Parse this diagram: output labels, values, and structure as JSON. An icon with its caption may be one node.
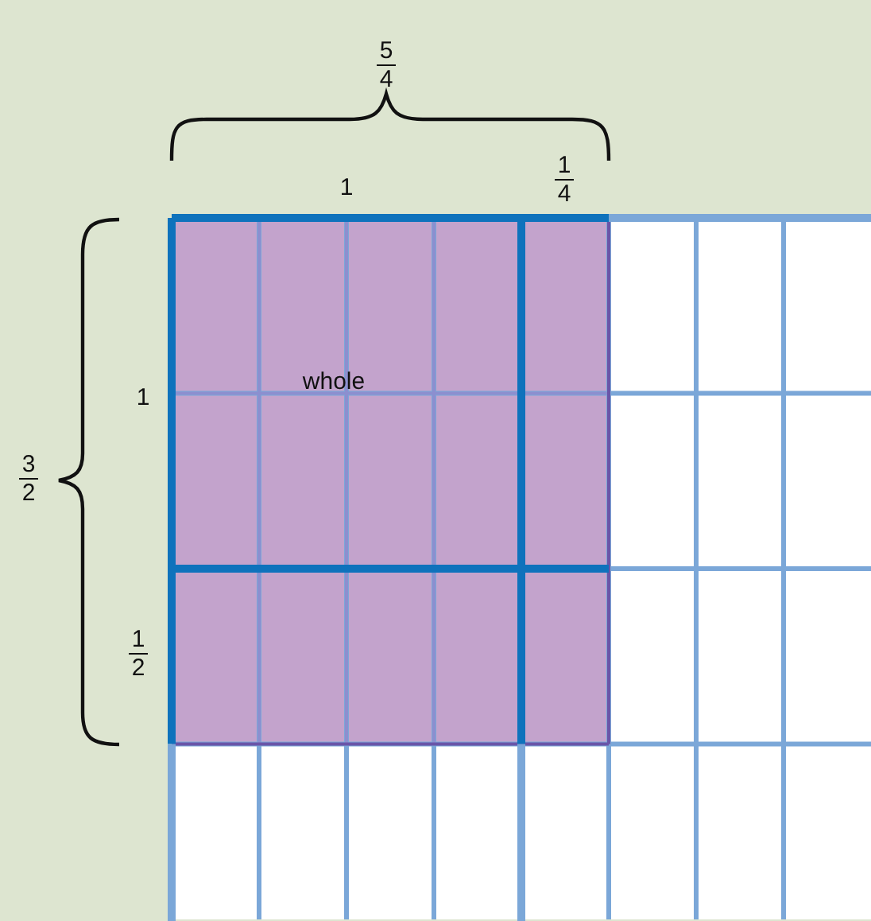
{
  "diagram": {
    "labels": [
      "5",
      "4",
      "1",
      "1",
      "4",
      "whole",
      "1",
      "3",
      "2",
      "1",
      "2"
    ]
  }
}
